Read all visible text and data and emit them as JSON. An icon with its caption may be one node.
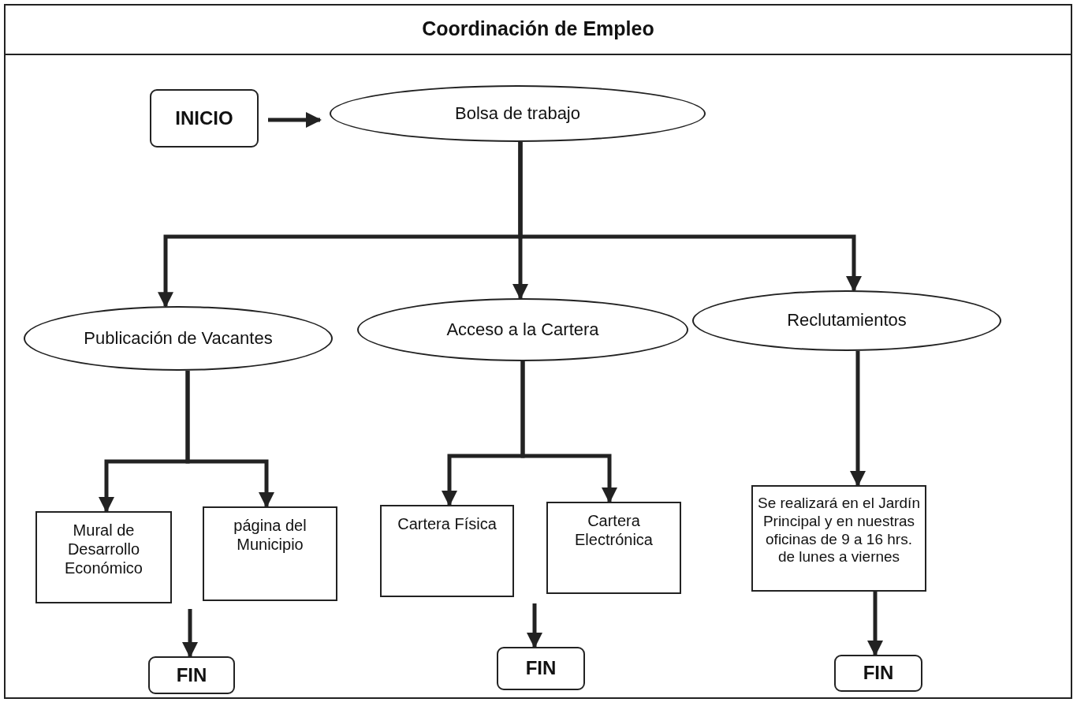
{
  "diagram": {
    "title": "Coordinación de Empleo",
    "nodes": [
      {
        "text": [
          "INICIO"
        ]
      },
      {
        "text": [
          "Bolsa de trabajo"
        ]
      },
      {
        "text": [
          "Publicación de Vacantes"
        ]
      },
      {
        "text": [
          "Acceso a la Cartera"
        ]
      },
      {
        "text": [
          "Reclutamientos"
        ]
      },
      {
        "text": [
          "Mural de Desarrollo Económico"
        ]
      },
      {
        "text": [
          "página del Municipio"
        ]
      },
      {
        "text": [
          "Cartera Física"
        ]
      },
      {
        "text": [
          "Cartera Electrónica"
        ]
      },
      {
        "text": [
          "Se realizará en el Jardín Principal y en nuestras oficinas de 9 a 16 hrs. de lunes a viernes"
        ]
      },
      {
        "text": [
          "FIN"
        ]
      },
      {
        "text": [
          "FIN"
        ]
      },
      {
        "text": [
          "FIN"
        ]
      }
    ],
    "edges": [
      {
        "from": 0,
        "to": 1,
        "arrow": "to"
      },
      {
        "from": 1,
        "to": 2,
        "arrow": "to"
      },
      {
        "from": 1,
        "to": 3,
        "arrow": "to"
      },
      {
        "from": 1,
        "to": 4,
        "arrow": "to"
      },
      {
        "from": 2,
        "to": 5,
        "arrow": "to"
      },
      {
        "from": 2,
        "to": 6,
        "arrow": "to"
      },
      {
        "from": 3,
        "to": 7,
        "arrow": "to"
      },
      {
        "from": 3,
        "to": 8,
        "arrow": "to"
      },
      {
        "from": 4,
        "to": 9,
        "arrow": "to"
      },
      {
        "from": null,
        "to": 10,
        "arrow": "to"
      },
      {
        "from": null,
        "to": 11,
        "arrow": "to"
      },
      {
        "from": 9,
        "to": 12,
        "arrow": "to"
      }
    ]
  }
}
